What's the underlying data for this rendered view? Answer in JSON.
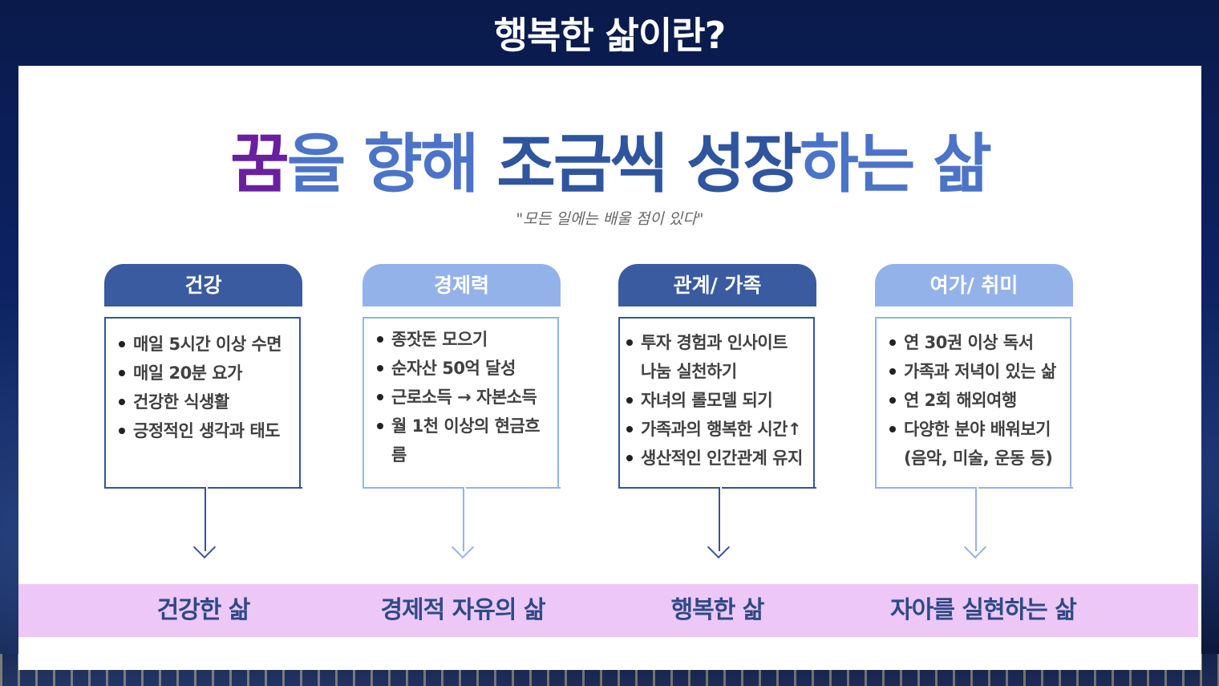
{
  "slide": {
    "title": "행복한 삶이란?",
    "headline": {
      "part1": "꿈",
      "part2": "을 향해 ",
      "part3": "조금씩 성장",
      "part4": "하는 삶"
    },
    "quote": "\"모든 일에는 배울 점이 있다\""
  },
  "columns": [
    {
      "header": "건강",
      "style": "dark",
      "items": [
        "매일 5시간 이상 수면",
        "매일 20분 요가",
        "건강한 식생활",
        "긍정적인 생각과 태도"
      ],
      "outcome": "건강한 삶"
    },
    {
      "header": "경제력",
      "style": "light",
      "items": [
        "종잣돈 모으기",
        "순자산 50억 달성",
        "근로소득 → 자본소득",
        "월 1천 이상의 현금흐름"
      ],
      "outcome": "경제적 자유의 삶"
    },
    {
      "header": "관계/ 가족",
      "style": "dark",
      "items": [
        "투자 경험과 인사이트\n나눔 실천하기",
        "자녀의 롤모델 되기",
        "가족과의 행복한 시간↑",
        "생산적인 인간관계 유지"
      ],
      "outcome": "행복한 삶"
    },
    {
      "header": "여가/ 취미",
      "style": "light",
      "items": [
        "연 30권 이상 독서",
        "가족과 저녁이 있는 삶",
        "연 2회 해외여행",
        "다양한 분야 배워보기\n(음악, 미술, 운동 등)"
      ],
      "outcome": "자아를 실현하는 삶"
    }
  ],
  "colors": {
    "headline_purple": "#6a1fa0",
    "headline_blue": "#4b74c9",
    "headline_navy": "#2f559f",
    "dark_column": "#3a5ba0",
    "light_column": "#94b2ea",
    "outcome_band": "#edc8f7",
    "outcome_text": "#2e4a86"
  }
}
